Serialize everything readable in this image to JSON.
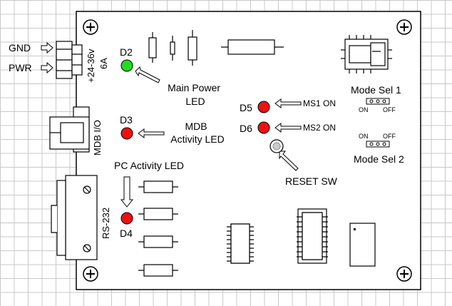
{
  "labels": {
    "gnd": "GND",
    "pwr": "PWR",
    "voltage": "+24-36v",
    "current": "6A",
    "mdb_io": "MDB I/O",
    "rs232": "RS-232",
    "d2": "D2",
    "d3": "D3",
    "d4": "D4",
    "d5": "D5",
    "d6": "D6",
    "main_power_line1": "Main Power",
    "main_power_line2": "LED",
    "mdb_activity_line1": "MDB",
    "mdb_activity_line2": "Activity LED",
    "pc_activity": "PC Activity LED",
    "ms1": "MS1  ON",
    "ms2": "MS2  ON",
    "reset_sw": "RESET SW",
    "mode_sel_1": "Mode Sel 1",
    "mode_sel_2": "Mode Sel 2",
    "sw1_on": "ON",
    "sw1_off": "OFF",
    "sw2_on": "ON",
    "sw2_off": "OFF"
  },
  "colors": {
    "led_green": "#22dd22",
    "led_red": "#ee1111",
    "outline": "#000000",
    "board": "#ffffff",
    "grid": "#c8c8c8"
  },
  "icons": [
    "mounting-hole-icon",
    "led-icon",
    "arrow-icon",
    "resistor-icon",
    "dip-chip-icon",
    "voltage-regulator-icon",
    "dip-switch-icon",
    "push-button-icon",
    "db9-connector-icon"
  ]
}
